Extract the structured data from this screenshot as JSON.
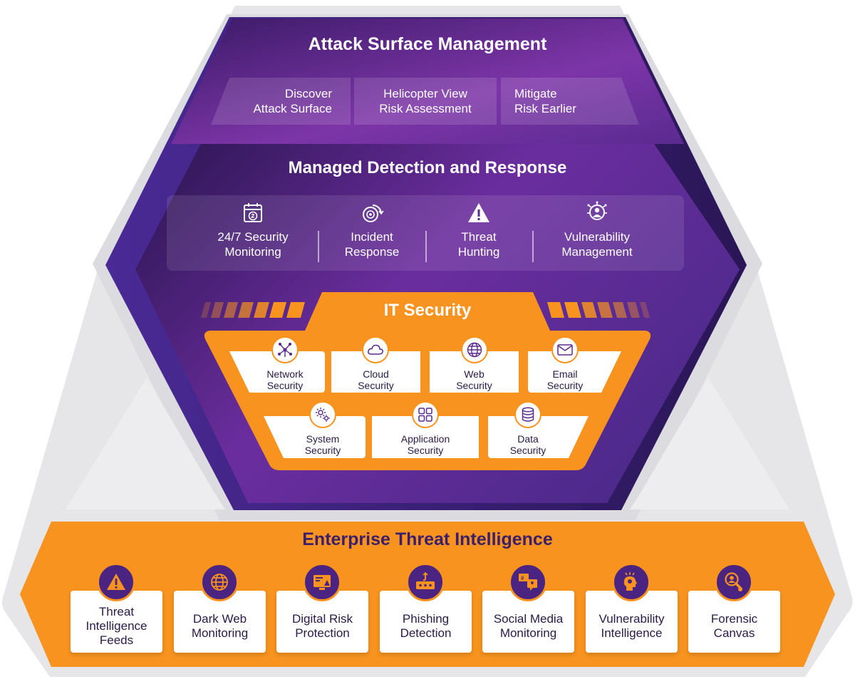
{
  "colors": {
    "purple_dark": "#2d1656",
    "purple_mid": "#6a2fa0",
    "purple_light": "#7b3fb2",
    "orange": "#f7931e",
    "navy_text": "#3b1f6b",
    "grey_shell": "#e7e7ea"
  },
  "attack_surface": {
    "title": "Attack Surface Management",
    "items": [
      {
        "label": "Discover\nAttack Surface"
      },
      {
        "label": "Helicopter View\nRisk Assessment"
      },
      {
        "label": "Mitigate\nRisk Earlier"
      }
    ]
  },
  "mdr": {
    "title": "Managed Detection and Response",
    "items": [
      {
        "label": "24/7 Security\nMonitoring",
        "icon": "calendar-24-icon"
      },
      {
        "label": "Incident\nResponse",
        "icon": "target-cycle-icon"
      },
      {
        "label": "Threat\nHunting",
        "icon": "warning-icon"
      },
      {
        "label": "Vulnerability\nManagement",
        "icon": "bug-shield-icon"
      }
    ]
  },
  "it_security": {
    "title": "IT Security",
    "row1": [
      {
        "label": "Network\nSecurity",
        "icon": "network-icon"
      },
      {
        "label": "Cloud\nSecurity",
        "icon": "cloud-icon"
      },
      {
        "label": "Web\nSecurity",
        "icon": "globe-icon"
      },
      {
        "label": "Email\nSecurity",
        "icon": "envelope-icon"
      }
    ],
    "row2": [
      {
        "label": "System\nSecurity",
        "icon": "gears-icon"
      },
      {
        "label": "Application\nSecurity",
        "icon": "app-grid-icon"
      },
      {
        "label": "Data\nSecurity",
        "icon": "database-icon"
      }
    ]
  },
  "eti": {
    "title": "Enterprise Threat Intelligence",
    "items": [
      {
        "label": "Threat\nIntelligence\nFeeds",
        "icon": "warning-icon"
      },
      {
        "label": "Dark Web\nMonitoring",
        "icon": "globe-icon"
      },
      {
        "label": "Digital Risk\nProtection",
        "icon": "screen-warning-icon"
      },
      {
        "label": "Phishing\nDetection",
        "icon": "password-hook-icon"
      },
      {
        "label": "Social Media\nMonitoring",
        "icon": "chat-bubbles-icon"
      },
      {
        "label": "Vulnerability\nIntelligence",
        "icon": "head-bug-icon"
      },
      {
        "label": "Forensic\nCanvas",
        "icon": "magnifier-person-icon"
      }
    ]
  }
}
